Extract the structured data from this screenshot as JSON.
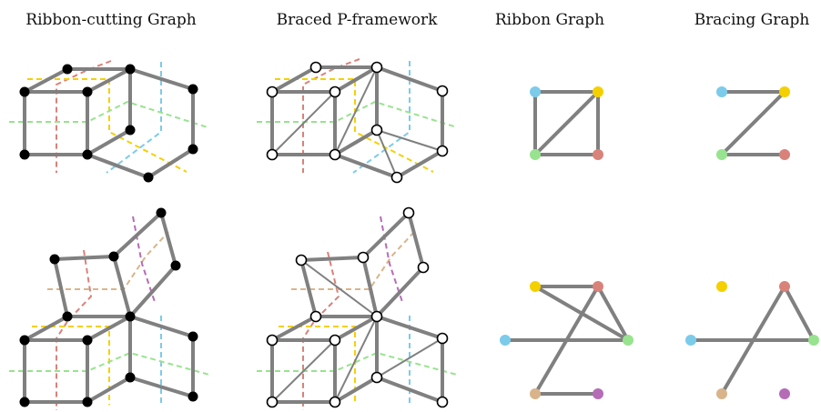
{
  "titles": {
    "ribbon_cutting": "Ribbon-cutting Graph",
    "braced_framework": "Braced P-framework",
    "ribbon_graph": "Ribbon Graph",
    "bracing_graph": "Bracing Graph"
  },
  "colors": {
    "edge": "#808080",
    "red": "#d9827a",
    "yellow": "#f5d000",
    "blue": "#7ccbea",
    "green": "#98e38f",
    "tan": "#d9b48a",
    "purple": "#b56cb7"
  }
}
